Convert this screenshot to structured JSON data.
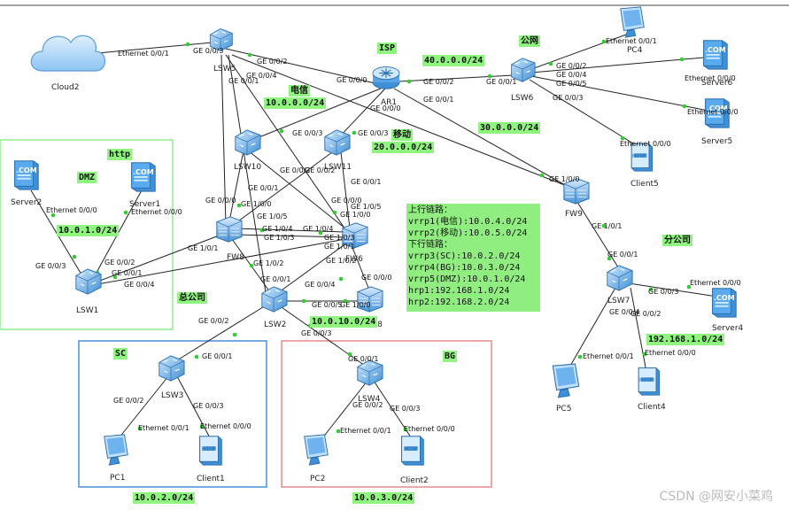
{
  "devices": {
    "cloud2": "Cloud2",
    "lsw5": "LSW5",
    "ar1": "AR1",
    "lsw6": "LSW6",
    "pc4": "PC4",
    "server6": "Server6",
    "server5": "Server5",
    "client5": "Client5",
    "lsw10": "LSW10",
    "lsw11": "LSW11",
    "fw9": "FW9",
    "fw8_main": "FW8",
    "fw6": "FW6",
    "fw8_lower": "FW8",
    "lsw1": "LSW1",
    "lsw2": "LSW2",
    "server2": "Server2",
    "server1": "Server1",
    "lsw3": "LSW3",
    "pc1": "PC1",
    "client1": "Client1",
    "lsw4": "LSW4",
    "pc2": "PC2",
    "client2": "Client2",
    "lsw7": "LSW7",
    "server4": "Server4",
    "pc5": "PC5",
    "client4": "Client4",
    "com": ".COM",
    "http": "HTTP"
  },
  "zones": {
    "isp": "ISP",
    "public_net": "公网",
    "telecom": "电信",
    "mobile": "移动",
    "http": "http",
    "dmz": "DMZ",
    "hq": "总公司",
    "branch": "分公司",
    "sc": "SC",
    "bg": "BG"
  },
  "subnets": {
    "net40": "40.0.0.0/24",
    "net10": "10.0.0.0/24",
    "net20": "20.0.0.0/24",
    "net30": "30.0.0.0/24",
    "dmz": "10.0.1.0/24",
    "net10_10": "10.0.10.0/24",
    "branch": "192.168.1.0/24",
    "sc": "10.0.2.0/24",
    "bg": "10.0.3.0/24"
  },
  "ports": {
    "cloud_eth": "Ethernet 0/0/1",
    "lsw5_g3": "GE 0/0/3",
    "lsw5_g2": "GE 0/0/2",
    "lsw5_g4": "GE 0/0/4",
    "lsw5_g1": "GE 0/0/1",
    "ar_g0": "GE 0/0/0",
    "ar_g2": "GE 0/0/2",
    "ar_g1": "GE 0/0/1",
    "ar_g0b": "GE 0/0/0",
    "lsw6_g1": "GE 0/0/1",
    "lsw6_g2": "GE 0/0/2",
    "lsw6_g4": "GE 0/0/4",
    "lsw6_g5": "GE 0/0/5",
    "lsw6_g3": "GE 0/0/3",
    "pc4_eth": "Ethernet 0/0/1",
    "s6_eth": "Ethernet 0/0/0",
    "s5_eth": "Ethernet 0/0/0",
    "c5_eth": "Ethernet 0/0/0",
    "lsw10_g3": "GE 0/0/3",
    "lsw10_g2": "GE 0/0/2",
    "lsw10_g0": "GE 0/0/0",
    "lsw10_g1": "GE 0/0/1",
    "lsw11_g3": "GE 0/0/3",
    "lsw11_g2": "GE 0/0/2",
    "lsw11_g0": "GE 0/0/0",
    "lsw11_g1": "GE 0/0/1",
    "fw9_g0": "GE 1/0/0",
    "fw9_g1": "GE 1/0/1",
    "fw8_g10": "GE 1/0/0",
    "fw8_g15": "GE 1/0/5",
    "fw8_g14": "GE 1/0/4",
    "fw8_g13": "GE 1/0/3",
    "fw8_g11": "GE 1/0/1",
    "fw8_g12": "GE 1/0/2",
    "fw6_g15": "GE 1/0/5",
    "fw6_g10": "GE 1/0/0",
    "fw6_g14": "GE 1/0/4",
    "fw6_g13": "GE 1/0/3",
    "fw6_g11": "GE 1/0/1",
    "fw6_g12": "GE 1/0/2",
    "lsw1_g3": "GE 0/0/3",
    "lsw1_g2": "GE 0/0/2",
    "lsw1_g1": "GE 0/0/1",
    "lsw1_g4": "GE 0/0/4",
    "s2_eth": "Ethernet 0/0/0",
    "s1_eth": "Ethernet 0/0/0",
    "lsw2_g1": "GE 0/0/1",
    "lsw2_g4": "GE 0/0/4",
    "lsw2_g2": "GE 0/0/2",
    "lsw2_g3": "GE 0/0/3",
    "lsw2_g5": "GE 0/0/5",
    "fw8l_g0": "GE 0/0/0",
    "fw8l_g10": "GE 1/0/0",
    "lsw3_g1": "GE 0/0/1",
    "lsw3_g2": "GE 0/0/2",
    "lsw3_g3": "GE 0/0/3",
    "pc1_eth": "Ethernet 0/0/1",
    "c1_eth": "Ethernet 0/0/0",
    "lsw4_g1": "GE 0/0/1",
    "lsw4_g2": "GE 0/0/2",
    "lsw4_g3": "GE 0/0/3",
    "pc2_eth": "Ethernet 0/0/1",
    "c2_eth": "Ethernet 0/0/0",
    "lsw7_g1": "GE 0/0/1",
    "lsw7_g3": "GE 0/0/3",
    "lsw7_g4": "GE 0/0/4",
    "lsw7_g2": "GE 0/0/2",
    "s4_eth": "Ethernet 0/0/0",
    "pc5_eth": "Ethernet 0/0/1",
    "c4_eth": "Ethernet 0/0/0"
  },
  "note": {
    "l1": "上行链路：",
    "l2": "vrrp1(电信):10.0.4.0/24",
    "l3": "vrrp2(移动):10.0.5.0/24",
    "l4": "下行链路：",
    "l5": "vrrp3(SC):10.0.2.0/24",
    "l6": "vrrp4(BG):10.0.3.0/24",
    "l7": "vrrp5(DMZ):10.0.1.0/24",
    "l8": "hrp1:192.168.1.0/24",
    "l9": "hrp2:192.168.2.0/24"
  },
  "watermark": "CSDN @网安小菜鸡",
  "colors": {
    "link": "#222222",
    "port_dot": "#33cc33",
    "label_bg": "#8ff57f",
    "dmz_border": "#90ee90",
    "sc_border": "#4a90d9",
    "bg_border": "#e58c8c",
    "device_blue": "#3a8fd8"
  }
}
